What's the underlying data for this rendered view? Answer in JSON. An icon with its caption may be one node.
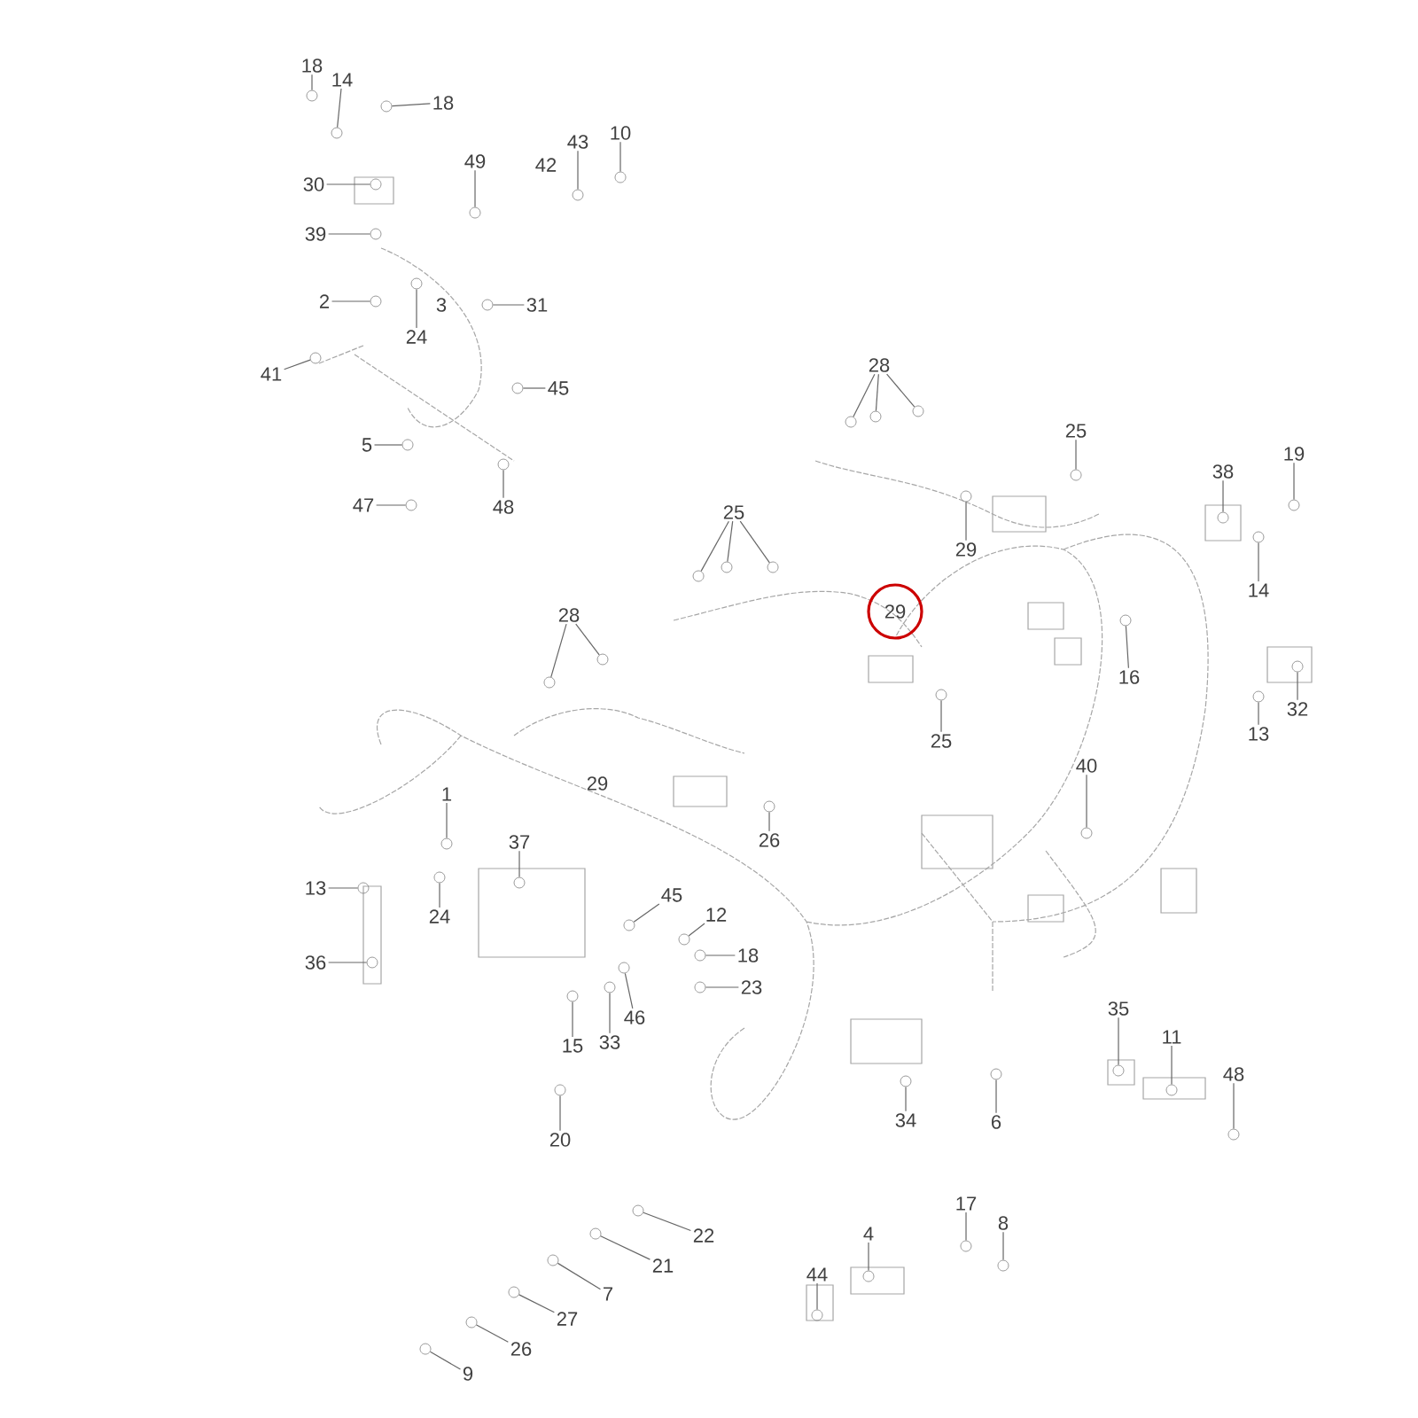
{
  "diagram": {
    "nodes": [
      {
        "text": [
          "18"
        ]
      },
      {
        "text": [
          "14"
        ]
      },
      {
        "text": [
          "18"
        ]
      },
      {
        "text": [
          "30"
        ]
      },
      {
        "text": [
          "49"
        ]
      },
      {
        "text": [
          "43"
        ]
      },
      {
        "text": [
          "10"
        ]
      },
      {
        "text": [
          "39"
        ]
      },
      {
        "text": [
          "2"
        ]
      },
      {
        "text": [
          "24"
        ]
      },
      {
        "text": [
          "31"
        ]
      },
      {
        "text": [
          "41"
        ]
      },
      {
        "text": [
          "45"
        ]
      },
      {
        "text": [
          "5"
        ]
      },
      {
        "text": [
          "47"
        ]
      },
      {
        "text": [
          "48"
        ]
      },
      {
        "text": [
          "28"
        ]
      },
      {
        "text": [
          "25"
        ]
      },
      {
        "text": [
          "29"
        ]
      },
      {
        "text": [
          "38"
        ]
      },
      {
        "text": [
          "19"
        ]
      },
      {
        "text": [
          "14"
        ]
      },
      {
        "text": [
          "25"
        ]
      },
      {
        "text": [
          "29"
        ]
      },
      {
        "text": [
          "16"
        ]
      },
      {
        "text": [
          "25"
        ]
      },
      {
        "text": [
          "28"
        ]
      },
      {
        "text": [
          "32"
        ]
      },
      {
        "text": [
          "13"
        ]
      },
      {
        "text": [
          "26"
        ]
      },
      {
        "text": [
          "40"
        ]
      },
      {
        "text": [
          "1"
        ]
      },
      {
        "text": [
          "13"
        ]
      },
      {
        "text": [
          "24"
        ]
      },
      {
        "text": [
          "37"
        ]
      },
      {
        "text": [
          "45"
        ]
      },
      {
        "text": [
          "12"
        ]
      },
      {
        "text": [
          "36"
        ]
      },
      {
        "text": [
          "18"
        ]
      },
      {
        "text": [
          "46"
        ]
      },
      {
        "text": [
          "33"
        ]
      },
      {
        "text": [
          "15"
        ]
      },
      {
        "text": [
          "23"
        ]
      },
      {
        "text": [
          "20"
        ]
      },
      {
        "text": [
          "34"
        ]
      },
      {
        "text": [
          "6"
        ]
      },
      {
        "text": [
          "35"
        ]
      },
      {
        "text": [
          "11"
        ]
      },
      {
        "text": [
          "48"
        ]
      },
      {
        "text": [
          "22"
        ]
      },
      {
        "text": [
          "21"
        ]
      },
      {
        "text": [
          "7"
        ]
      },
      {
        "text": [
          "27"
        ]
      },
      {
        "text": [
          "26"
        ]
      },
      {
        "text": [
          "9"
        ]
      },
      {
        "text": [
          "44"
        ]
      },
      {
        "text": [
          "4"
        ]
      },
      {
        "text": [
          "17"
        ]
      },
      {
        "text": [
          "8"
        ]
      },
      {
        "text": [],
        "shape": "circle"
      },
      {
        "text": [],
        "shape": "circle"
      },
      {
        "text": [],
        "shape": "circle"
      },
      {
        "text": [],
        "shape": "circle"
      },
      {
        "text": [],
        "shape": "circle"
      },
      {
        "text": [],
        "shape": "circle"
      },
      {
        "text": [],
        "shape": "circle"
      },
      {
        "text": [],
        "shape": "circle"
      },
      {
        "text": [],
        "shape": "circle"
      },
      {
        "text": [],
        "shape": "circle"
      },
      {
        "text": [],
        "shape": "circle"
      },
      {
        "text": [],
        "shape": "circle"
      },
      {
        "text": [],
        "shape": "circle"
      },
      {
        "text": [],
        "shape": "circle"
      },
      {
        "text": [],
        "shape": "circle"
      },
      {
        "text": [],
        "shape": "circle"
      },
      {
        "text": [],
        "shape": "circle"
      },
      {
        "text": [],
        "shape": "circle"
      },
      {
        "text": [],
        "shape": "circle"
      },
      {
        "text": [],
        "shape": "circle"
      },
      {
        "text": [],
        "shape": "circle"
      },
      {
        "text": [],
        "shape": "circle"
      },
      {
        "text": [],
        "shape": "circle"
      },
      {
        "text": [],
        "shape": "circle"
      },
      {
        "text": [],
        "shape": "circle"
      },
      {
        "text": [],
        "shape": "circle"
      },
      {
        "text": [],
        "shape": "circle"
      },
      {
        "text": [],
        "shape": "circle"
      },
      {
        "text": [],
        "shape": "circle"
      },
      {
        "text": [],
        "shape": "circle"
      },
      {
        "text": [],
        "shape": "circle"
      },
      {
        "text": [],
        "shape": "circle"
      },
      {
        "text": [],
        "shape": "circle"
      },
      {
        "text": [],
        "shape": "circle"
      },
      {
        "text": [],
        "shape": "circle"
      },
      {
        "text": [],
        "shape": "circle"
      },
      {
        "text": [],
        "shape": "circle"
      },
      {
        "text": [],
        "shape": "circle"
      },
      {
        "text": [],
        "shape": "circle"
      },
      {
        "text": [],
        "shape": "circle"
      },
      {
        "text": [],
        "shape": "circle"
      },
      {
        "text": [],
        "shape": "circle"
      },
      {
        "text": [],
        "shape": "circle"
      },
      {
        "text": [],
        "shape": "circle"
      },
      {
        "text": [],
        "shape": "circle"
      },
      {
        "text": [],
        "shape": "circle"
      },
      {
        "text": [],
        "shape": "circle"
      },
      {
        "text": [],
        "shape": "circle"
      },
      {
        "text": [],
        "shape": "circle"
      },
      {
        "text": [],
        "shape": "circle"
      },
      {
        "text": [],
        "shape": "circle"
      },
      {
        "text": [],
        "shape": "circle"
      },
      {
        "text": [],
        "shape": "circle"
      },
      {
        "text": [],
        "shape": "circle"
      },
      {
        "text": [],
        "shape": "circle"
      },
      {
        "text": [],
        "shape": "circle"
      },
      {
        "text": [],
        "shape": "circle"
      },
      {
        "text": [],
        "shape": "circle"
      },
      {
        "text": [],
        "shape": "circle"
      },
      {
        "text": [],
        "shape": "circle"
      },
      {
        "text": [],
        "shape": "circle"
      },
      {
        "text": [],
        "shape": "circle"
      },
      {
        "text": [],
        "shape": "circle"
      }
    ],
    "edges": [
      {
        "from": 0,
        "to": 59,
        "arrow": "none"
      },
      {
        "from": 1,
        "to": 60,
        "arrow": "none"
      },
      {
        "from": 2,
        "to": 61,
        "arrow": "none"
      },
      {
        "from": 3,
        "to": 62,
        "arrow": "none"
      },
      {
        "from": 4,
        "to": 63,
        "arrow": "none"
      },
      {
        "from": 5,
        "to": 64,
        "arrow": "none"
      },
      {
        "from": 6,
        "to": 65,
        "arrow": "none"
      },
      {
        "from": 7,
        "to": 66,
        "arrow": "none"
      },
      {
        "from": 8,
        "to": 67,
        "arrow": "none"
      },
      {
        "from": 9,
        "to": 68,
        "arrow": "none"
      },
      {
        "from": 10,
        "to": 69,
        "arrow": "none"
      },
      {
        "from": 11,
        "to": 70,
        "arrow": "none"
      },
      {
        "from": 12,
        "to": 71,
        "arrow": "none"
      },
      {
        "from": 13,
        "to": 72,
        "arrow": "none"
      },
      {
        "from": 14,
        "to": 73,
        "arrow": "none"
      },
      {
        "from": 15,
        "to": 74,
        "arrow": "none"
      },
      {
        "from": 16,
        "to": 75,
        "arrow": "none"
      },
      {
        "from": 16,
        "to": 76,
        "arrow": "none"
      },
      {
        "from": 16,
        "to": 77,
        "arrow": "none"
      },
      {
        "from": 17,
        "to": 78,
        "arrow": "none"
      },
      {
        "from": 18,
        "to": 79,
        "arrow": "none"
      },
      {
        "from": 19,
        "to": 80,
        "arrow": "none"
      },
      {
        "from": 20,
        "to": 81,
        "arrow": "none"
      },
      {
        "from": 21,
        "to": 82,
        "arrow": "none"
      },
      {
        "from": 22,
        "to": 83,
        "arrow": "none"
      },
      {
        "from": 22,
        "to": 84,
        "arrow": "none"
      },
      {
        "from": 22,
        "to": 85,
        "arrow": "none"
      },
      {
        "from": 24,
        "to": 86,
        "arrow": "none"
      },
      {
        "from": 25,
        "to": 87,
        "arrow": "none"
      },
      {
        "from": 26,
        "to": 88,
        "arrow": "none"
      },
      {
        "from": 26,
        "to": 89,
        "arrow": "none"
      },
      {
        "from": 27,
        "to": 90,
        "arrow": "none"
      },
      {
        "from": 28,
        "to": 91,
        "arrow": "none"
      },
      {
        "from": 29,
        "to": 92,
        "arrow": "none"
      },
      {
        "from": 30,
        "to": 93,
        "arrow": "none"
      },
      {
        "from": 31,
        "to": 94,
        "arrow": "none"
      },
      {
        "from": 32,
        "to": 95,
        "arrow": "none"
      },
      {
        "from": 33,
        "to": 96,
        "arrow": "none"
      },
      {
        "from": 34,
        "to": 97,
        "arrow": "none"
      },
      {
        "from": 35,
        "to": 98,
        "arrow": "none"
      },
      {
        "from": 36,
        "to": 99,
        "arrow": "none"
      },
      {
        "from": 37,
        "to": 100,
        "arrow": "none"
      },
      {
        "from": 38,
        "to": 101,
        "arrow": "none"
      },
      {
        "from": 39,
        "to": 102,
        "arrow": "none"
      },
      {
        "from": 40,
        "to": 103,
        "arrow": "none"
      },
      {
        "from": 41,
        "to": 104,
        "arrow": "none"
      },
      {
        "from": 42,
        "to": 105,
        "arrow": "none"
      },
      {
        "from": 43,
        "to": 106,
        "arrow": "none"
      },
      {
        "from": 44,
        "to": 107,
        "arrow": "none"
      },
      {
        "from": 45,
        "to": 108,
        "arrow": "none"
      },
      {
        "from": 46,
        "to": 109,
        "arrow": "none"
      },
      {
        "from": 47,
        "to": 110,
        "arrow": "none"
      },
      {
        "from": 48,
        "to": 111,
        "arrow": "none"
      },
      {
        "from": 49,
        "to": 112,
        "arrow": "none"
      },
      {
        "from": 50,
        "to": 113,
        "arrow": "none"
      },
      {
        "from": 51,
        "to": 114,
        "arrow": "none"
      },
      {
        "from": 52,
        "to": 115,
        "arrow": "none"
      },
      {
        "from": 53,
        "to": 116,
        "arrow": "none"
      },
      {
        "from": 54,
        "to": 117,
        "arrow": "none"
      },
      {
        "from": 55,
        "to": 118,
        "arrow": "none"
      },
      {
        "from": 56,
        "to": 119,
        "arrow": "none"
      },
      {
        "from": 57,
        "to": 120,
        "arrow": "none"
      },
      {
        "from": 58,
        "to": 121,
        "arrow": "none"
      }
    ],
    "labels": [
      "42",
      "3",
      "29"
    ]
  }
}
